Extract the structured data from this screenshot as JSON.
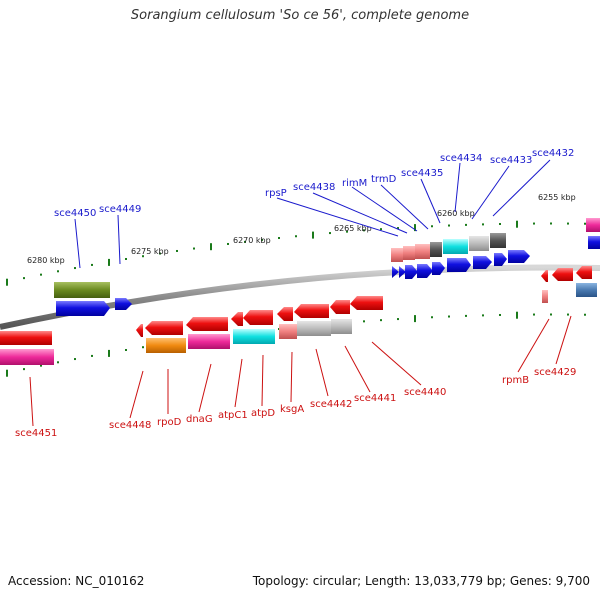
{
  "title": "Sorangium cellulosum 'So ce 56', complete genome",
  "footer": {
    "accession": "Accession: NC_010162",
    "summary": "Topology: circular; Length: 13,033,779 bp; Genes: 9,700"
  },
  "scale_labels": [
    "6280 kbp",
    "6275 kbp",
    "6270 kbp",
    "6265 kbp",
    "6260 kbp",
    "6255 kbp"
  ],
  "labels": [
    "sce4450",
    "sce4449",
    "rpsP",
    "sce4438",
    "rimM",
    "trmD",
    "sce4435",
    "sce4434",
    "sce4433",
    "sce4432",
    "sce4451",
    "sce4448",
    "rpoD",
    "dnaG",
    "atpC1",
    "atpD",
    "ksgA",
    "sce4442",
    "sce4441",
    "sce4440",
    "rpmB",
    "sce4429"
  ],
  "colors": {
    "forward_label": "#1a1acc",
    "reverse_label": "#cc1111",
    "forward_gene": "#1010e0",
    "reverse_gene": "#ee1111",
    "backbone": "#888888",
    "tick": "#1a7a1a"
  }
}
